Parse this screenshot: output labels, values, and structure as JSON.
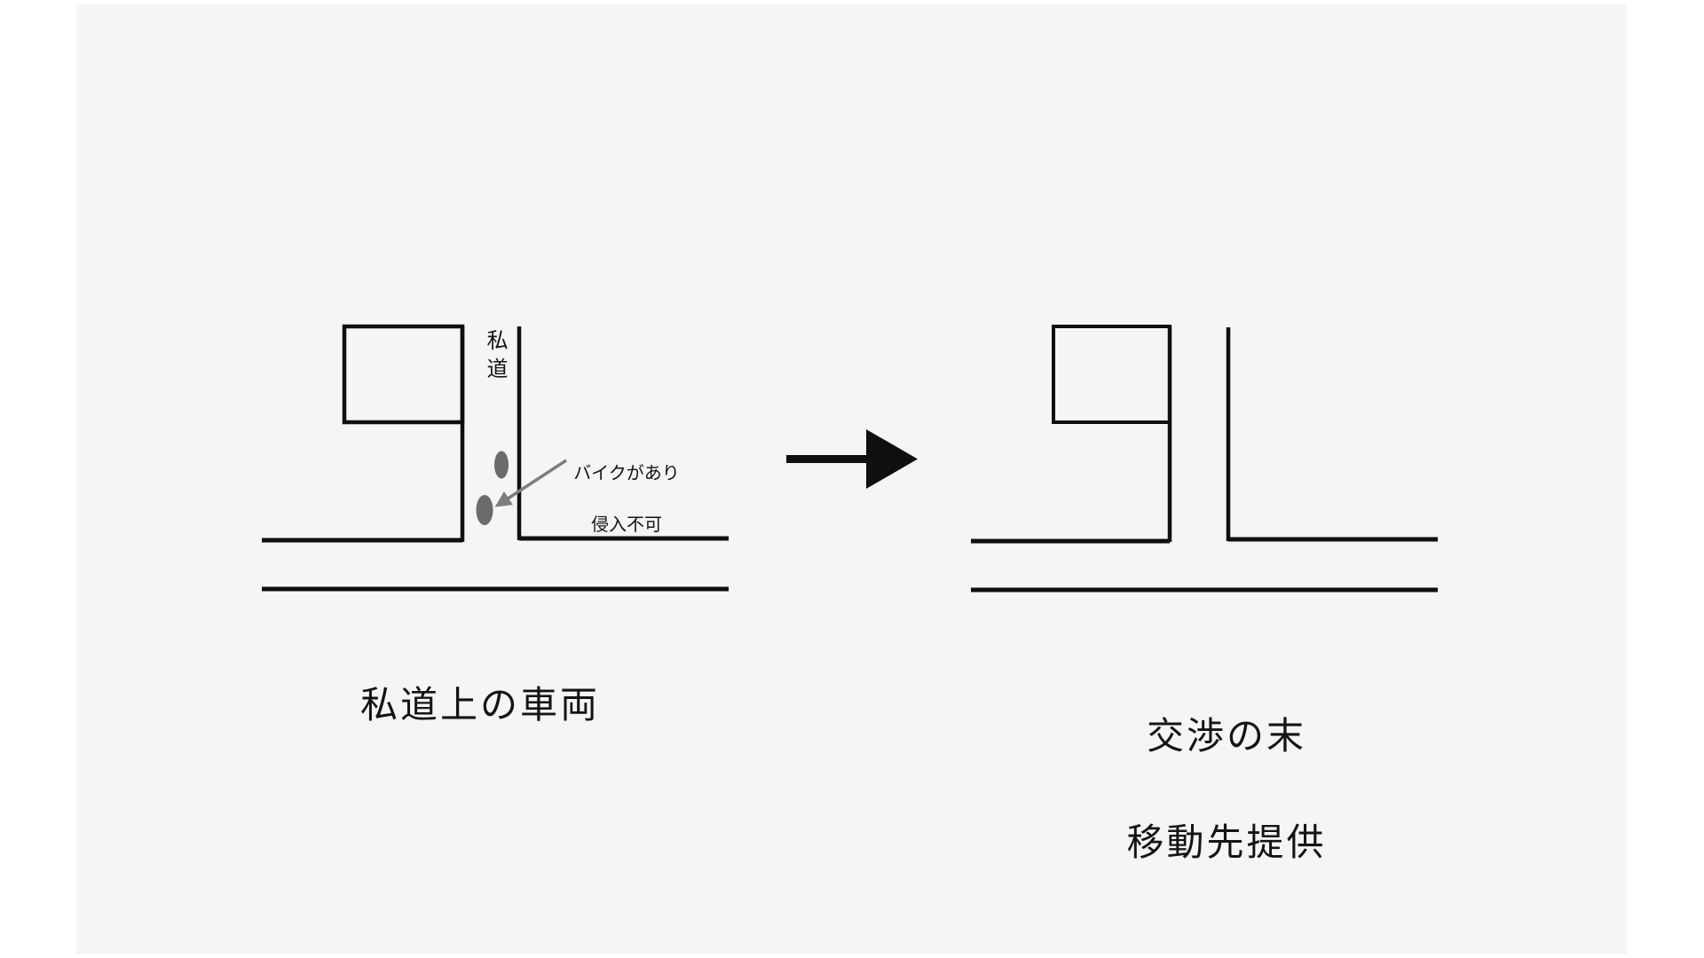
{
  "colors": {
    "page-bg": "#ffffff",
    "panel-bg": "#f5f5f4",
    "line": "#0f0f0f",
    "ink": "#141414",
    "vehicle": "#6b6b6b",
    "pointer": "#7d7d7d"
  },
  "left_diagram": {
    "road_label": "私道",
    "annotation_line1": "バイクがあり",
    "annotation_line2": "侵入不可",
    "caption": "私道上の車両"
  },
  "right_diagram": {
    "caption_line1": "交渉の末",
    "caption_line2": "移動先提供"
  },
  "icons": {
    "transform_arrow": "solid right arrow",
    "annotation_pointer": "thin gray arrow pointing to lower-left",
    "vehicle_marker": "gray ellipse (parked motorbike)"
  }
}
